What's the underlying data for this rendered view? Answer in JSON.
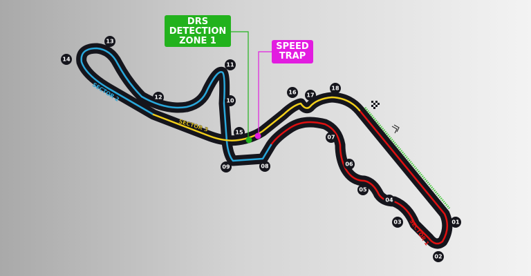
{
  "callouts": {
    "drs": {
      "lines": [
        "DRS",
        "DETECTION",
        "ZONE 1"
      ],
      "color": "#22b21d"
    },
    "speed_trap": {
      "lines": [
        "SPEED",
        "TRAP"
      ],
      "color": "#e21ce0"
    }
  },
  "sectors": [
    {
      "label": "SECTOR 1",
      "color": "#e01010"
    },
    {
      "label": "SECTOR 2",
      "color": "#29a8dc"
    },
    {
      "label": "SECTOR 3",
      "color": "#f2cf1a"
    }
  ],
  "turns": [
    "01",
    "02",
    "03",
    "04",
    "05",
    "06",
    "07",
    "08",
    "09",
    "10",
    "11",
    "12",
    "13",
    "14",
    "15",
    "16",
    "17",
    "18"
  ],
  "icons": [
    "chequered-flag-icon",
    "direction-chevrons-icon"
  ],
  "drs_zone_color": "#46c83c"
}
